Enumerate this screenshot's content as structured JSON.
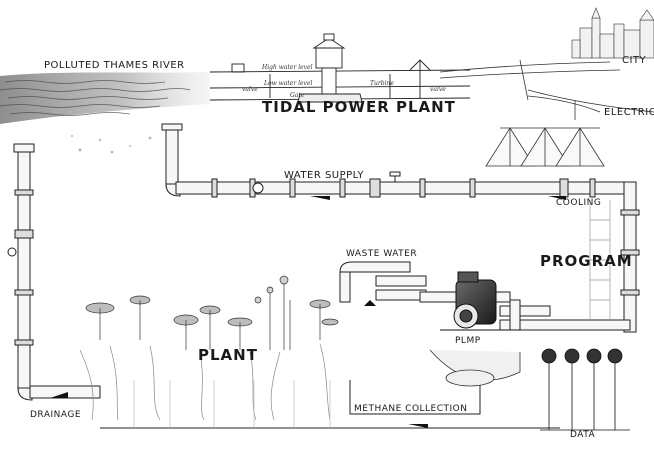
{
  "labels": {
    "river": "POLLUTED THAMES RIVER",
    "tidal_plant": "TIDAL POWER PLANT",
    "city": "CITY",
    "electric": "ELECTRIC",
    "water_supply": "WATER SUPPLY",
    "cooling": "COOLING",
    "waste_water": "WASTE WATER",
    "program": "PROGRAM",
    "plant": "PLANT",
    "pump": "PLMP",
    "drainage": "DRAINAGE",
    "methane": "METHANE COLLECTION",
    "data": "DATA"
  },
  "annotations": {
    "high_water": "High water level",
    "low_water": "Low water level",
    "valve_a": "valve",
    "valve_b": "valve",
    "turbine": "Turbine",
    "gate": "Gate"
  }
}
